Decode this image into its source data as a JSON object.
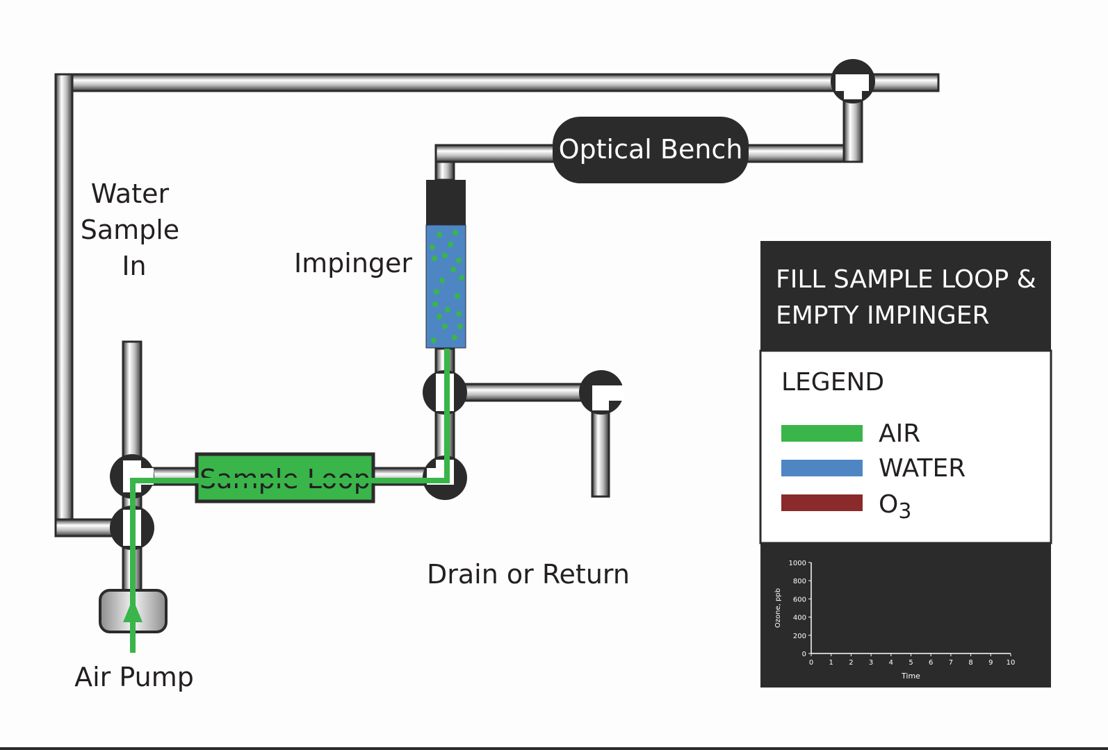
{
  "diagram": {
    "labels": {
      "water_sample_in": [
        "Water",
        "Sample",
        "In"
      ],
      "impinger": "Impinger",
      "optical_bench": "Optical Bench",
      "sample_loop": "Sample Loop",
      "drain_or_return": "Drain or Return",
      "air_pump": "Air Pump"
    }
  },
  "panel": {
    "title_lines": [
      "FILL SAMPLE LOOP &",
      "EMPTY IMPINGER"
    ],
    "legend_title": "LEGEND",
    "legend_items": [
      {
        "label": "AIR",
        "color": "#39b54a"
      },
      {
        "label": "WATER",
        "color": "#4e86c4"
      },
      {
        "label": "O",
        "subscript": "3",
        "color": "#8b2a2a"
      }
    ]
  },
  "colors": {
    "air": "#39b54a",
    "water": "#4e86c4",
    "dark": "#2b2b2b",
    "pipe_light": "#ffffff",
    "pipe_mid": "#8a8a8a"
  },
  "chart_data": {
    "type": "line",
    "ylabel": "Ozone, ppb",
    "xlabel": "Time",
    "ylim": [
      0,
      1000
    ],
    "xlim": [
      0,
      10
    ],
    "yticks": [
      0,
      200,
      400,
      600,
      800,
      1000
    ],
    "xticks": [
      0,
      1,
      2,
      3,
      4,
      5,
      6,
      7,
      8,
      9,
      10
    ],
    "series": []
  }
}
